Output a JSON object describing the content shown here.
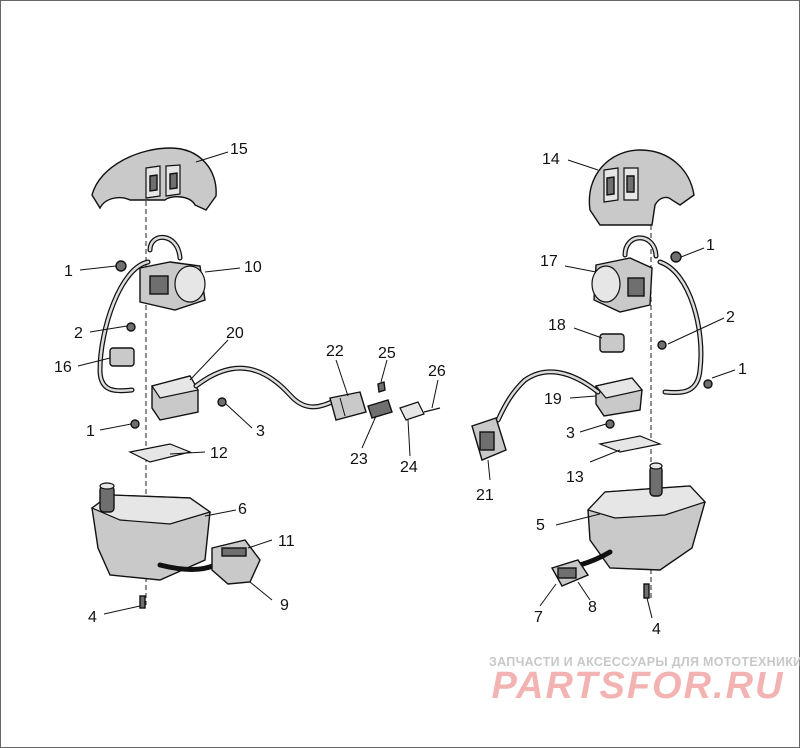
{
  "diagram": {
    "callouts": [
      "15",
      "14",
      "1",
      "10",
      "17",
      "1",
      "2",
      "20",
      "2",
      "18",
      "16",
      "22",
      "25",
      "26",
      "1",
      "3",
      "1",
      "19",
      "3",
      "12",
      "23",
      "24",
      "21",
      "13",
      "6",
      "5",
      "11",
      "9",
      "4",
      "7",
      "8",
      "4"
    ]
  },
  "watermark": {
    "tagline": "ЗАПЧАСТИ И АКСЕССУАРЫ ДЛЯ МОТОТЕХНИКИ",
    "logo_text": "PARTSFOR.RU",
    "logo_color": "#f3b3b3"
  }
}
